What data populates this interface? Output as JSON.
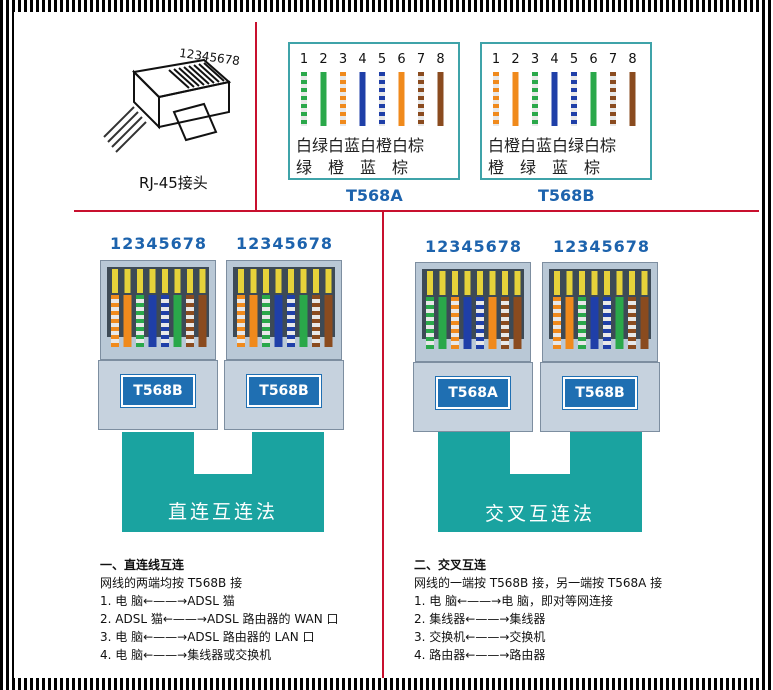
{
  "connector": {
    "pin_numbers": "12345678",
    "caption": "RJ-45接头"
  },
  "standard_a": {
    "numbers": [
      "1",
      "2",
      "3",
      "4",
      "5",
      "6",
      "7",
      "8"
    ],
    "row1": "白绿白蓝白橙白棕",
    "row2": "绿　橙　蓝　棕",
    "label": "T568A",
    "wire_colors": [
      "#e8e8e8/#2aa84a",
      "#2aa84a",
      "#e8e8e8/#f08a1c",
      "#1f3fa8",
      "#e8e8e8/#1f3fa8",
      "#f08a1c",
      "#e8e8e8/#8a4b1f",
      "#8a4b1f"
    ]
  },
  "standard_b": {
    "numbers": [
      "1",
      "2",
      "3",
      "4",
      "5",
      "6",
      "7",
      "8"
    ],
    "row1": "白橙白蓝白绿白棕",
    "row2": "橙　绿　蓝　棕",
    "label": "T568B",
    "wire_colors": [
      "#e8e8e8/#f08a1c",
      "#f08a1c",
      "#e8e8e8/#2aa84a",
      "#1f3fa8",
      "#e8e8e8/#1f3fa8",
      "#2aa84a",
      "#e8e8e8/#8a4b1f",
      "#8a4b1f"
    ]
  },
  "straight": {
    "plug_left_pins": "12345678",
    "plug_right_pins": "12345678",
    "plug_left_badge": "T568B",
    "plug_right_badge": "T568B",
    "cable_label": "直连互连法",
    "notes": {
      "title": "一、直连线互连",
      "line1": "网线的两端均按 T568B 接",
      "items": [
        "1.  电    脑←——→ADSL 猫",
        "2.  ADSL 猫←——→ADSL 路由器的 WAN 口",
        "3.  电    脑←——→ADSL 路由器的 LAN 口",
        "4.  电    脑←——→集线器或交换机"
      ]
    }
  },
  "crossover": {
    "plug_left_pins": "12345678",
    "plug_right_pins": "12345678",
    "plug_left_badge": "T568A",
    "plug_right_badge": "T568B",
    "cable_label": "交叉互连法",
    "notes": {
      "title": "二、交叉互连",
      "line1": "网线的一端按 T568B 接，另一端按 T568A 接",
      "items": [
        "1.  电    脑←——→电    脑，即对等网连接",
        "2.  集线器←——→集线器",
        "3.  交换机←——→交换机",
        "4.  路由器←——→路由器"
      ]
    }
  }
}
